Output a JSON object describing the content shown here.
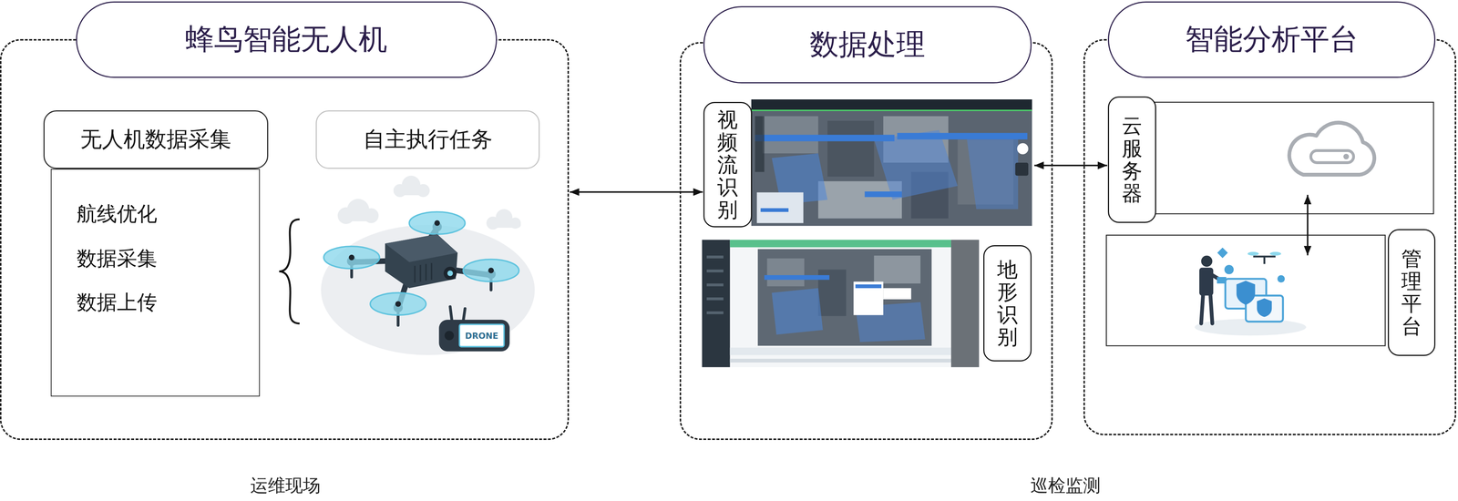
{
  "diagram": {
    "nodes": [
      {
        "text": [
          "蜂鸟智能无人机"
        ]
      },
      {
        "text": [
          "无人机数据采集"
        ],
        "in": 0
      },
      {
        "text": [
          "航线优化",
          "数据采集",
          "数据上传"
        ],
        "in": 0
      },
      {
        "text": [
          "自主执行任务"
        ],
        "in": 0
      },
      {
        "text": [
          "数据处理"
        ]
      },
      {
        "text": [
          "视频流识别"
        ],
        "in": 4
      },
      {
        "text": [
          "地形识别"
        ],
        "in": 4
      },
      {
        "text": [
          "智能分析平台"
        ]
      },
      {
        "text": [
          "云服务器"
        ],
        "in": 7
      },
      {
        "text": [
          "管理平台"
        ],
        "in": 7
      }
    ],
    "edges": [
      {
        "from": 0,
        "to": 5,
        "arrow": "both"
      },
      {
        "from": 5,
        "to": 8,
        "arrow": "both"
      },
      {
        "from": 8,
        "to": 9,
        "arrow": "both"
      }
    ],
    "labels": [
      "运维现场",
      "巡检监测",
      "DRONE"
    ]
  }
}
